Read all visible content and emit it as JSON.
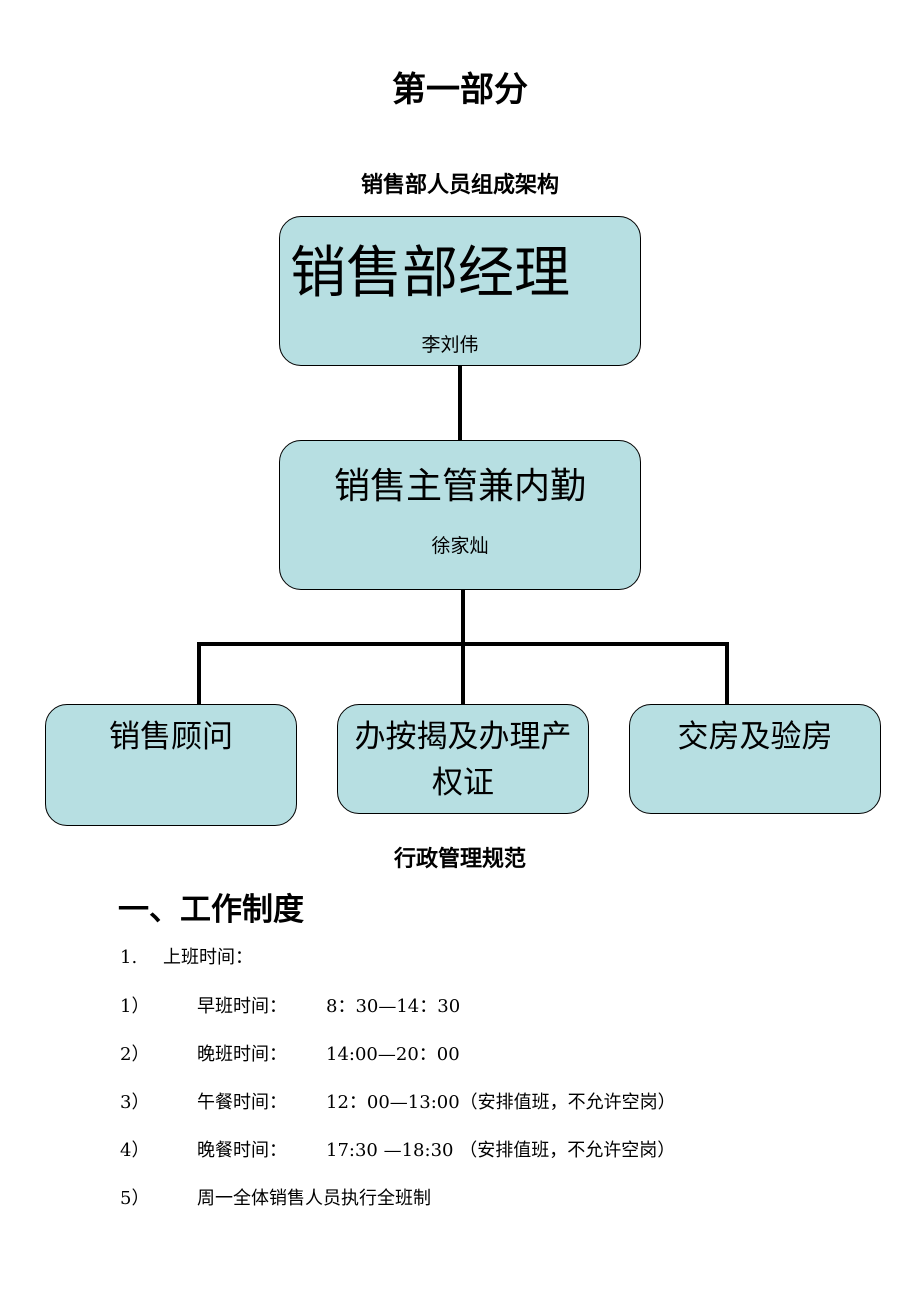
{
  "part_title": "第一部分",
  "org_title": "销售部人员组成架构",
  "org_chart": {
    "manager": {
      "title": "销售部经理",
      "name": "李刘伟"
    },
    "supervisor": {
      "title": "销售主管兼内勤",
      "name": "徐家灿"
    },
    "children": [
      {
        "title": "销售顾问"
      },
      {
        "title_line1": "办按揭及办理产",
        "title_line2": "权证"
      },
      {
        "title": "交房及验房"
      }
    ]
  },
  "section_title": "行政管理规范",
  "heading": "一、工作制度",
  "work_hours": {
    "intro_num": "1.",
    "intro_text": "上班时间：",
    "items": [
      {
        "num": "1）",
        "label": "早班时间：",
        "value": "8：30—14：30"
      },
      {
        "num": "2）",
        "label": "晚班时间：",
        "value": "14:00—20：00"
      },
      {
        "num": "3）",
        "label": "午餐时间：",
        "value": "12：00—13:00（安排值班，不允许空岗）"
      },
      {
        "num": "4）",
        "label": "晚餐时间：",
        "value": "17:30 —18:30 （安排值班，不允许空岗）"
      },
      {
        "num": "5）",
        "label": "周一全体销售人员执行全班制",
        "value": ""
      }
    ]
  }
}
